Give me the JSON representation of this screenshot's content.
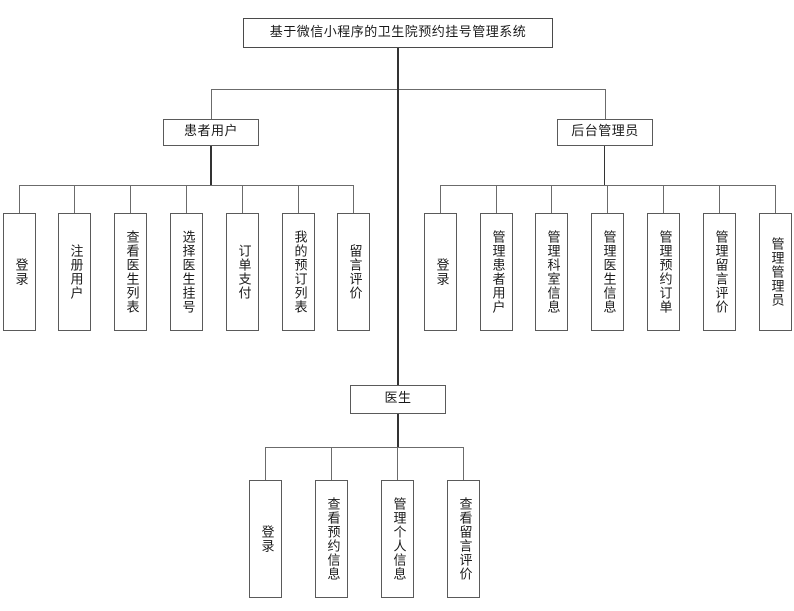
{
  "diagram": {
    "title": "基于微信小程序的卫生院预约挂号管理系统",
    "type": "tree-hierarchy-diagram",
    "root": {
      "label": "基于微信小程序的卫生院预约挂号管理系统"
    },
    "branches": [
      {
        "id": "patient",
        "label": "患者用户",
        "children": [
          {
            "label": "登录"
          },
          {
            "label": "注册用户"
          },
          {
            "label": "查看医生列表"
          },
          {
            "label": "选择医生挂号"
          },
          {
            "label": "订单支付"
          },
          {
            "label": "我的预订列表"
          },
          {
            "label": "留言评价"
          }
        ]
      },
      {
        "id": "admin",
        "label": "后台管理员",
        "children": [
          {
            "label": "登录"
          },
          {
            "label": "管理患者用户"
          },
          {
            "label": "管理科室信息"
          },
          {
            "label": "管理医生信息"
          },
          {
            "label": "管理预约订单"
          },
          {
            "label": "管理留言评价"
          },
          {
            "label": "管理管理员"
          }
        ]
      },
      {
        "id": "doctor",
        "label": "医生",
        "children": [
          {
            "label": "登录"
          },
          {
            "label": "查看预约信息"
          },
          {
            "label": "管理个人信息"
          },
          {
            "label": "查看留言评价"
          }
        ]
      }
    ],
    "colors": {
      "background": "#ffffff",
      "box_border": "#5a5a5a",
      "connector": "#6b6b6b",
      "trunk": "#333333",
      "text": "#1a1a1a"
    }
  }
}
